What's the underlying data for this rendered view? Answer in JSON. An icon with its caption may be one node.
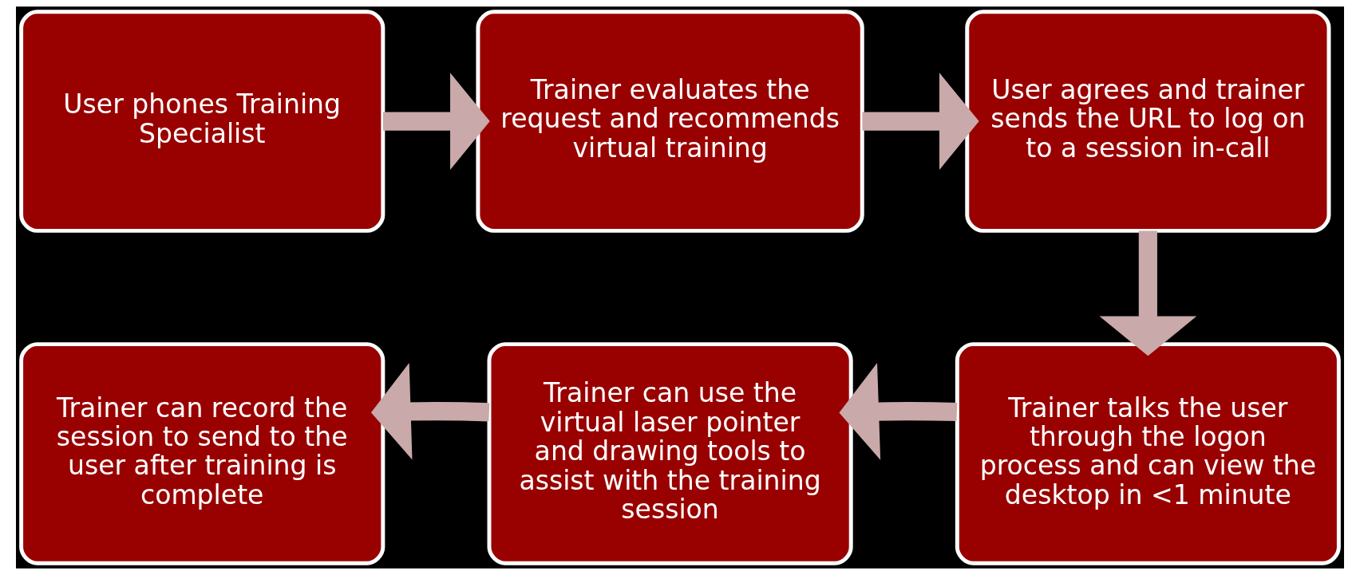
{
  "diagram": {
    "nodes": [
      {
        "text": [
          "User phones Training Specialist"
        ]
      },
      {
        "text": [
          "Trainer evaluates the request and recommends virtual training"
        ]
      },
      {
        "text": [
          "User agrees and trainer sends the URL to log on to a session in-call"
        ]
      },
      {
        "text": [
          "Trainer can record the session to send to the user after training is complete"
        ]
      },
      {
        "text": [
          "Trainer can use the virtual laser pointer and drawing tools to assist with the training session"
        ]
      },
      {
        "text": [
          "Trainer talks the user through the logon process and can view the desktop in <1 minute"
        ]
      }
    ],
    "edges": [
      {
        "from": 0,
        "to": 1,
        "arrow": "to"
      },
      {
        "from": 1,
        "to": 2,
        "arrow": "to"
      },
      {
        "from": 2,
        "to": 5,
        "arrow": "to"
      },
      {
        "from": 5,
        "to": 4,
        "arrow": "to"
      },
      {
        "from": 4,
        "to": 3,
        "arrow": "to"
      }
    ]
  }
}
